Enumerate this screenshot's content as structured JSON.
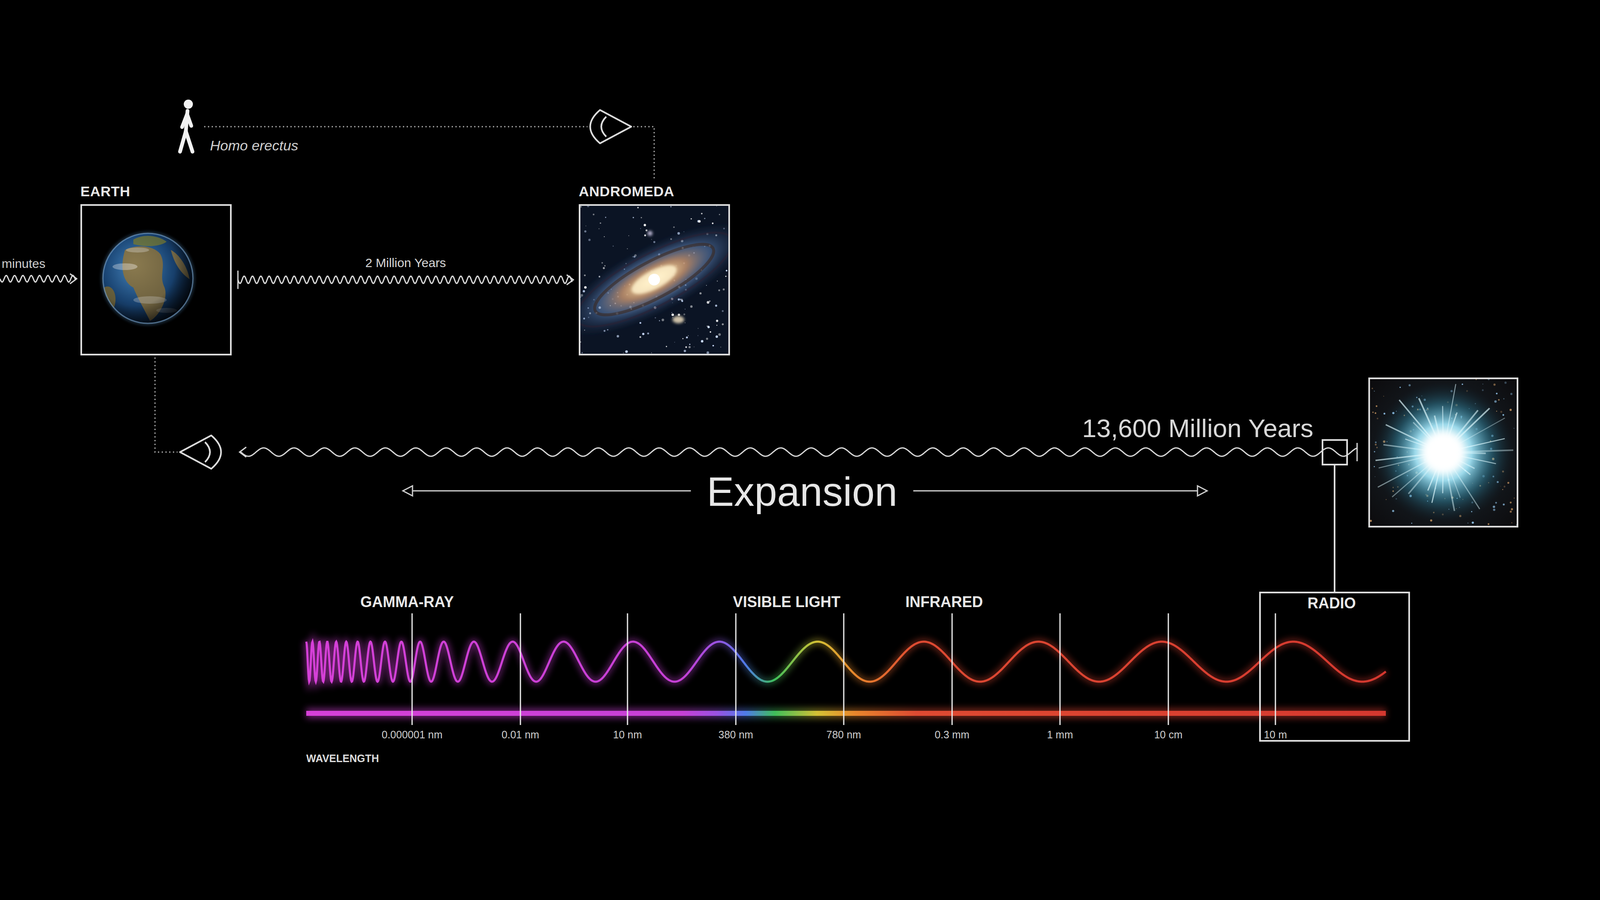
{
  "diagram": {
    "nodes": [
      {
        "text": [
          "EARTH"
        ]
      },
      {
        "text": [
          "ANDROMEDA"
        ]
      },
      {
        "text": [
          "RADIO",
          "10 m"
        ]
      }
    ],
    "edges": [
      {
        "from": 0,
        "to": 1,
        "label": "2 Million Years",
        "arrow": "to"
      }
    ],
    "labels": [
      "Homo erectus",
      "minutes",
      "13,600 Million Years",
      "Expansion",
      "GAMMA-RAY",
      "VISIBLE LIGHT",
      "INFRARED",
      "0.000001 nm",
      "0.01 nm",
      "10 nm",
      "380 nm",
      "780 nm",
      "0.3 mm",
      "1 mm",
      "10 cm",
      "WAVELENGTH"
    ]
  }
}
